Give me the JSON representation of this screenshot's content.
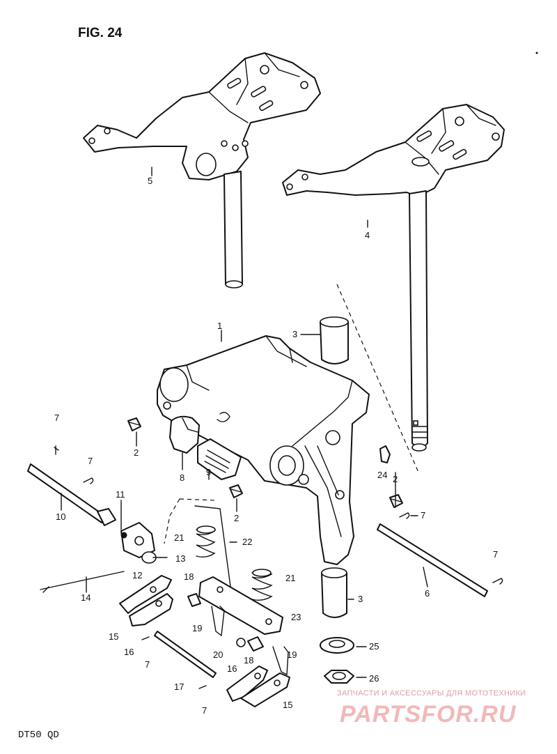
{
  "figure": {
    "title": "FIG. 24",
    "model": "DT50 QD"
  },
  "watermark": {
    "caption": "ЗАПЧАСТИ И АКСЕССУАРЫ ДЛЯ МОТОТЕХНИКИ",
    "logo_text": "PARTSFOR.RU",
    "color": "#f2b8b8"
  },
  "callouts": [
    {
      "id": "c-5",
      "text": "5"
    },
    {
      "id": "c-4",
      "text": "4"
    },
    {
      "id": "c-1",
      "text": "1"
    },
    {
      "id": "c-3a",
      "text": "3"
    },
    {
      "id": "c-3b",
      "text": "3"
    },
    {
      "id": "c-7a",
      "text": "7"
    },
    {
      "id": "c-7b",
      "text": "7"
    },
    {
      "id": "c-7c",
      "text": "7"
    },
    {
      "id": "c-7d",
      "text": "7"
    },
    {
      "id": "c-7e",
      "text": "7"
    },
    {
      "id": "c-7f",
      "text": "7"
    },
    {
      "id": "c-2a",
      "text": "2"
    },
    {
      "id": "c-2b",
      "text": "2"
    },
    {
      "id": "c-2c",
      "text": "2"
    },
    {
      "id": "c-8",
      "text": "8"
    },
    {
      "id": "c-9",
      "text": "9"
    },
    {
      "id": "c-24",
      "text": "24"
    },
    {
      "id": "c-10",
      "text": "10"
    },
    {
      "id": "c-11",
      "text": "11"
    },
    {
      "id": "c-12",
      "text": "12"
    },
    {
      "id": "c-13",
      "text": "13"
    },
    {
      "id": "c-14",
      "text": "14"
    },
    {
      "id": "c-21a",
      "text": "21"
    },
    {
      "id": "c-21b",
      "text": "21"
    },
    {
      "id": "c-22",
      "text": "22"
    },
    {
      "id": "c-6",
      "text": "6"
    },
    {
      "id": "c-18a",
      "text": "18"
    },
    {
      "id": "c-18b",
      "text": "18"
    },
    {
      "id": "c-19a",
      "text": "19"
    },
    {
      "id": "c-19b",
      "text": "19"
    },
    {
      "id": "c-23",
      "text": "23"
    },
    {
      "id": "c-20",
      "text": "20"
    },
    {
      "id": "c-15a",
      "text": "15"
    },
    {
      "id": "c-15b",
      "text": "15"
    },
    {
      "id": "c-16a",
      "text": "16"
    },
    {
      "id": "c-16b",
      "text": "16"
    },
    {
      "id": "c-17",
      "text": "17"
    },
    {
      "id": "c-25",
      "text": "25"
    },
    {
      "id": "c-26",
      "text": "26"
    }
  ]
}
